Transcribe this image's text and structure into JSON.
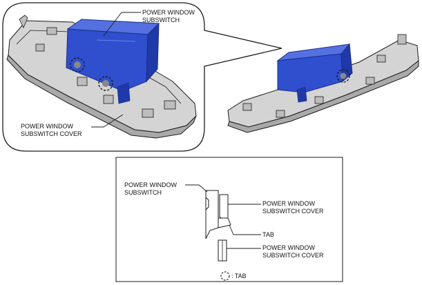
{
  "colors": {
    "switch_fill": "#2f4fcf",
    "switch_dark": "#1a2e8a",
    "cover_fill": "#d4d4d4",
    "cover_shade": "#a9a9a9",
    "line": "#1a1a1a"
  },
  "callouts": {
    "switch_line1": "POWER WINDOW",
    "switch_line2": "SUBSWITCH",
    "cover_line1": "POWER WINDOW",
    "cover_line2": "SUBSWITCH COVER"
  },
  "detail": {
    "switch_line1": "POWER WINDOW",
    "switch_line2": "SUBSWITCH",
    "cover_top_line1": "POWER WINDOW",
    "cover_top_line2": "SUBSWITCH COVER",
    "tab_label": "TAB",
    "cover_bottom_line1": "POWER WINDOW",
    "cover_bottom_line2": "SUBSWITCH COVER"
  },
  "legend": {
    "symbol_name": "dashed-circle",
    "text": ": TAB"
  }
}
